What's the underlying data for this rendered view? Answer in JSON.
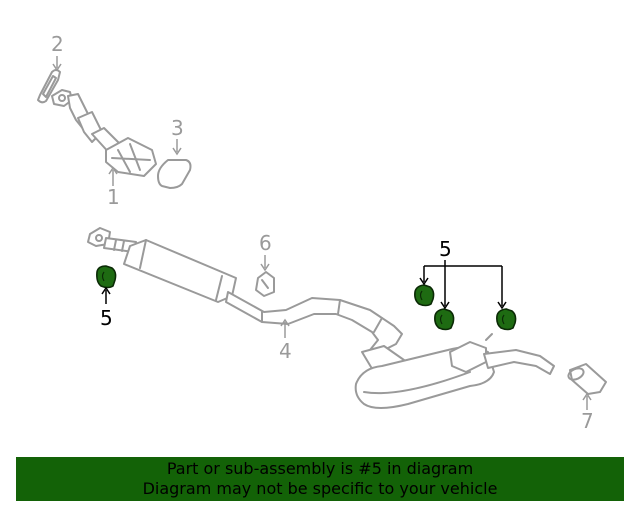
{
  "callouts": {
    "c1": "1",
    "c2": "2",
    "c3": "3",
    "c4": "4",
    "c5_left": "5",
    "c5_right": "5",
    "c6": "6",
    "c7": "7"
  },
  "banner": {
    "line1": "Part or sub-assembly is #5 in diagram",
    "line2": "Diagram may not be specific to your vehicle"
  },
  "colors": {
    "highlight_part": "#1e6b12",
    "banner_bg": "#136207",
    "part_outline": "#9a9a9a"
  }
}
